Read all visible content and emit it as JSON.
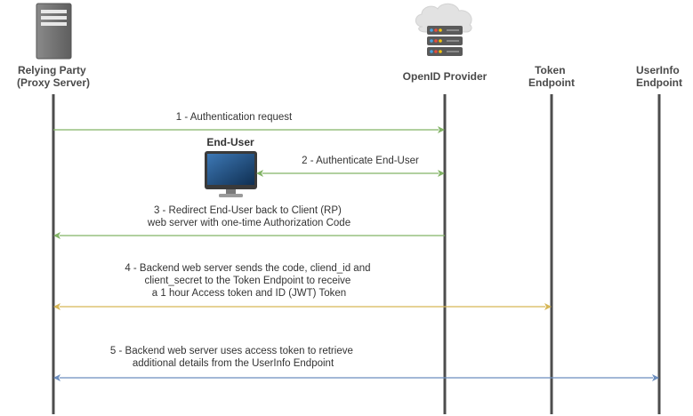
{
  "participants": {
    "relying_party": {
      "lines": [
        "Relying  Party",
        "(Proxy Server)"
      ]
    },
    "openid_provider": {
      "lines": [
        "OpenID Provider"
      ]
    },
    "token_endpoint": {
      "lines": [
        "Token",
        "Endpoint"
      ]
    },
    "userinfo_endpoint": {
      "lines": [
        "UserInfo",
        "Endpoint"
      ]
    }
  },
  "end_user": {
    "label": "End-User"
  },
  "messages": [
    {
      "id": "m1",
      "lines": [
        "1 - Authentication request"
      ],
      "color": "#82b366"
    },
    {
      "id": "m2",
      "lines": [
        "2 - Authenticate End-User"
      ],
      "color": "#82b366"
    },
    {
      "id": "m3",
      "lines": [
        "3 - Redirect End-User back to Client (RP)",
        "web server with one-time  Authorization Code"
      ],
      "color": "#82b366"
    },
    {
      "id": "m4",
      "lines": [
        "4 - Backend web server sends the code, cliend_id and",
        "client_secret to the Token Endpoint to receive",
        "a 1 hour Access token and ID (JWT) Token"
      ],
      "color": "#d6b656"
    },
    {
      "id": "m5",
      "lines": [
        "5 - Backend web server uses access token to retrieve",
        "additional details from the UserInfo Endpoint"
      ],
      "color": "#6c8ebf"
    }
  ],
  "colors": {
    "lifeline": "#4d4d4d",
    "server": "#6b6b6b",
    "cloud": "#e0e0e0",
    "monitor_screen": "#1e4a78"
  },
  "icons": {
    "relying_party": "server-tower-icon",
    "openid_provider": "cloud-server-icon",
    "end_user": "desktop-monitor-icon"
  }
}
